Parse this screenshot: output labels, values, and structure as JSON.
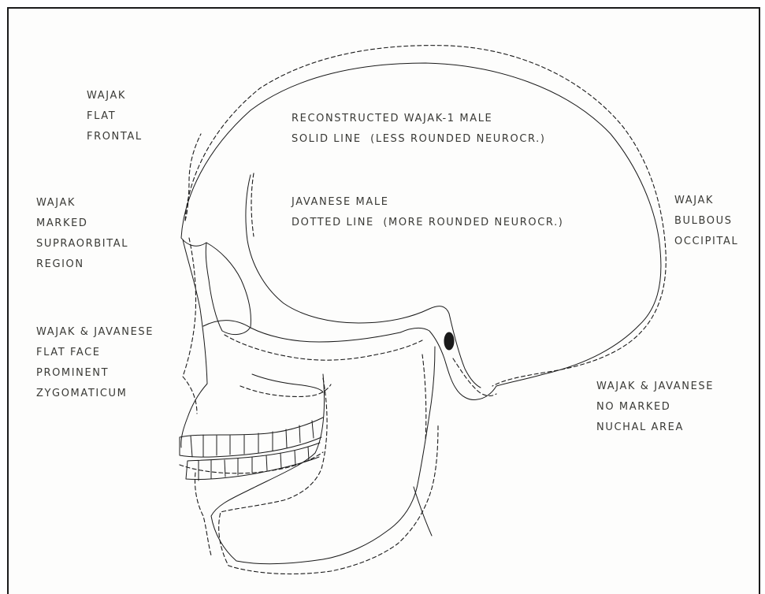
{
  "labels": {
    "wajak_flat_frontal": [
      "WAJAK",
      "FLAT",
      "FRONTAL"
    ],
    "reconstructed": [
      "RECONSTRUCTED WAJAK-1 MALE",
      "SOLID LINE  (LESS ROUNDED NEUROCR.)"
    ],
    "javanese": [
      "JAVANESE MALE",
      "DOTTED LINE  (MORE ROUNDED NEUROCR.)"
    ],
    "wajak_supraorbital": [
      "WAJAK",
      "MARKED",
      "SUPRAORBITAL",
      "REGION"
    ],
    "wajak_occipital": [
      "WAJAK",
      "BULBOUS",
      "OCCIPITAL"
    ],
    "flat_face": [
      "WAJAK & JAVANESE",
      "FLAT FACE",
      "PROMINENT",
      "ZYGOMATICUM"
    ],
    "nuchal": [
      "WAJAK & JAVANESE",
      "NO MARKED",
      "NUCHAL AREA"
    ]
  },
  "colors": {
    "ink": "#1a1a1a",
    "label_text": "#3a3a36",
    "paper": "#fdfdfc"
  }
}
